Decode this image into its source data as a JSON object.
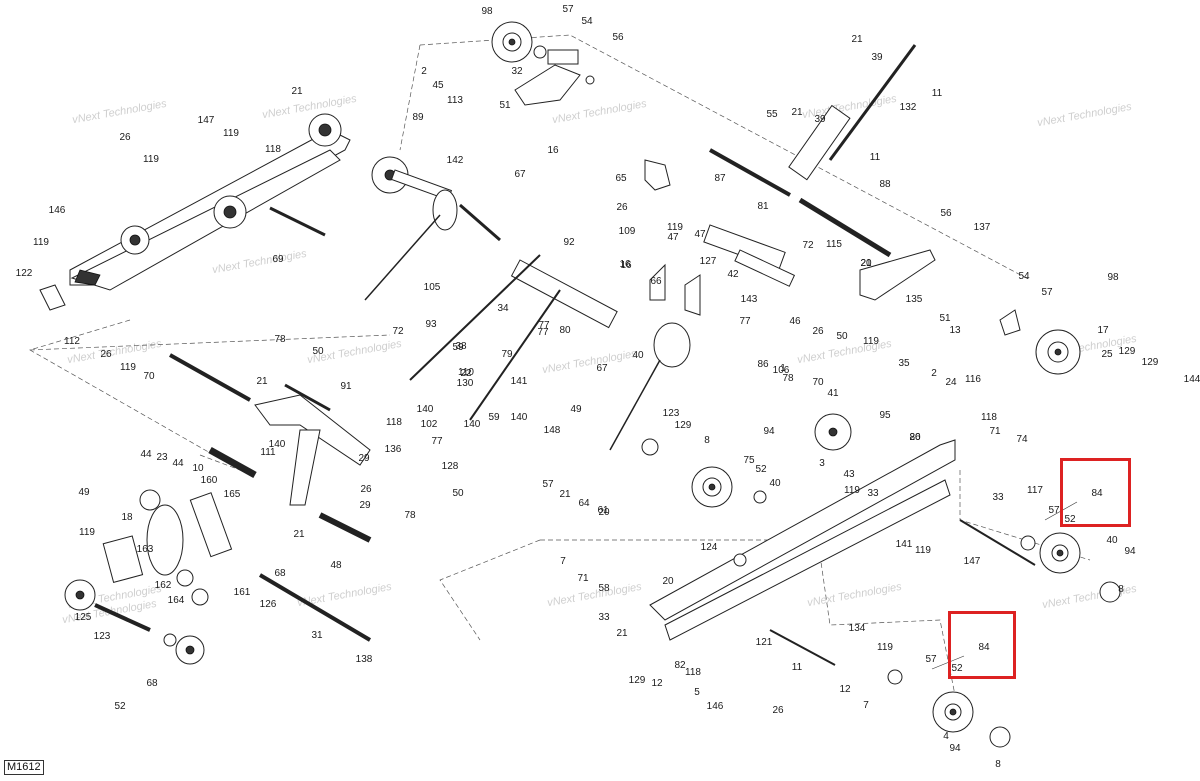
{
  "diagram_code": "M1612",
  "watermark": "vNext Technologies",
  "highlight_color": "#dd2222",
  "highlights": [
    {
      "labels": [
        "84",
        "52"
      ]
    },
    {
      "labels": [
        "84",
        "52"
      ]
    }
  ],
  "callouts": [
    "98",
    "57",
    "54",
    "56",
    "21",
    "39",
    "11",
    "2",
    "45",
    "113",
    "51",
    "32",
    "16",
    "132",
    "147",
    "119",
    "118",
    "21",
    "26",
    "119",
    "89",
    "142",
    "55",
    "21",
    "39",
    "11",
    "88",
    "146",
    "119",
    "122",
    "67",
    "105",
    "69",
    "65",
    "87",
    "26",
    "109",
    "119",
    "47",
    "81",
    "16",
    "47",
    "127",
    "56",
    "137",
    "21",
    "92",
    "16",
    "66",
    "42",
    "72",
    "143",
    "115",
    "20",
    "135",
    "54",
    "57",
    "98",
    "93",
    "34",
    "59",
    "77",
    "77",
    "79",
    "80",
    "77",
    "46",
    "50",
    "26",
    "119",
    "51",
    "13",
    "35",
    "2",
    "24",
    "116",
    "112",
    "26",
    "119",
    "70",
    "78",
    "50",
    "72",
    "21",
    "91",
    "38",
    "22",
    "67",
    "110",
    "141",
    "130",
    "49",
    "140",
    "102",
    "59",
    "140",
    "118",
    "140",
    "77",
    "148",
    "136",
    "140",
    "111",
    "29",
    "29",
    "21",
    "10",
    "160",
    "44",
    "23",
    "44",
    "49",
    "18",
    "165",
    "128",
    "50",
    "26",
    "78",
    "119",
    "163",
    "162",
    "164",
    "161",
    "48",
    "125",
    "123",
    "126",
    "68",
    "31",
    "138",
    "68",
    "52",
    "123",
    "129",
    "8",
    "94",
    "75",
    "52",
    "40",
    "57",
    "21",
    "64",
    "61",
    "1",
    "86",
    "78",
    "70",
    "41",
    "95",
    "3",
    "43",
    "119",
    "33",
    "118",
    "71",
    "74",
    "20",
    "33",
    "7",
    "71",
    "58",
    "33",
    "21",
    "124",
    "20",
    "141",
    "119",
    "147",
    "117",
    "57",
    "40",
    "94",
    "8",
    "129",
    "12",
    "82",
    "118",
    "5",
    "121",
    "11",
    "134",
    "119",
    "26",
    "146",
    "12",
    "7",
    "57",
    "4",
    "94",
    "8",
    "129",
    "144",
    "129",
    "25",
    "17",
    "40",
    "106",
    "86",
    "20",
    "1"
  ]
}
